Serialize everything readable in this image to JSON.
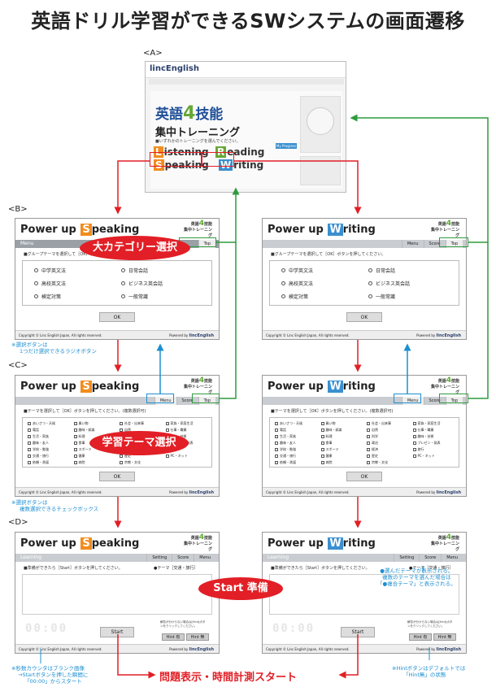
{
  "title": "英語ドリル学習ができるSWシステムの画面遷移",
  "sections": {
    "a": "<A>",
    "b": "<B>",
    "c": "<C>",
    "d": "<D>"
  },
  "screen_a": {
    "logo": "lincEnglish",
    "heading": "英語",
    "heading_num": "4",
    "heading_tail": "技能",
    "sub": "集中トレーニング",
    "prompt": "■いずれかのトレーニングを選んでください。",
    "skills": [
      {
        "initial": "L",
        "rest": "istening",
        "color": "#f28c1e"
      },
      {
        "initial": "R",
        "rest": "eading",
        "color": "#67a837"
      },
      {
        "initial": "S",
        "rest": "peaking",
        "color": "#f28c1e"
      },
      {
        "initial": "W",
        "rest": "riting",
        "color": "#3a8fd0"
      }
    ],
    "my_progress": "My Progress"
  },
  "panel": {
    "power_up": "Power up",
    "speaking_initial": "S",
    "speaking_rest": "peaking",
    "writing_initial": "W",
    "writing_rest": "riting",
    "logo_a": "英語",
    "logo_num": "4",
    "logo_b": "技能",
    "logo_sub": "集中トレーニング",
    "menu": "Menu",
    "learning": "Learning",
    "tab_menu": "Menu",
    "tab_score": "Score",
    "tab_top": "Top",
    "tab_setting": "Setting",
    "copyright": "Copyright © Linc English Japan, All rights reserved.",
    "powered": "Powered by",
    "powered_brand": "lincEnglish",
    "ok": "OK",
    "start": "Start"
  },
  "screen_b": {
    "instruction": "■グループテーマを選択して［OK］ボタンを押してください。",
    "options": [
      "中学英文法",
      "日常会話",
      "高校英文法",
      "ビジネス英会話",
      "検定対策",
      "一般常識"
    ]
  },
  "screen_c": {
    "instruction": "■テーマを選択して［OK］ボタンを押してください。(複数選択可)",
    "options": [
      "あいさつ・天候",
      "買い物",
      "社会・出来事",
      "家族・家庭生活",
      "電話",
      "趣味・娯楽",
      "自然",
      "仕事・職業",
      "生活・家族",
      "料理",
      "科学",
      "趣味・芸術",
      "趣味・友人",
      "食事",
      "政治",
      "プレゼン・発表",
      "学校・勉強",
      "スポーツ",
      "経済",
      "旅行",
      "交通・旅行",
      "健康",
      "歴史",
      "PC・ネット",
      "依頼・承諾",
      "病院",
      "宗教・文化",
      ""
    ]
  },
  "screen_d": {
    "instruction": "■準備ができたら［Start］ボタンを押してください。",
    "theme": "●テーマ［交通・旅行］",
    "hint_text": "解答が分からない場合は[Hint]ボタンをクリックしてください。",
    "hint_on": "Hint 有",
    "hint_off": "Hint 無",
    "timer": "00:00"
  },
  "labels": {
    "big_category": "大カテゴリー選択",
    "theme_select": "学習テーマ選択",
    "start_prep": "Start 準備",
    "flow_start": "問題表示・時間計測スタート"
  },
  "notes": {
    "radio": [
      "※選択ボタンは",
      "1つだけ選択できるラジオボタン"
    ],
    "check": [
      "※選択ボタンは",
      "複数選択できるチェックボックス"
    ],
    "theme": [
      "●選んだテーマが表示される。",
      "複数のテーマを選んだ場合は",
      "「●複合テーマ」と表示される。"
    ],
    "counter": [
      "※秒数カウンタはブランク画像",
      "→Startボタンを押した瞬間に",
      "「00:00」からスタート"
    ],
    "hint": [
      "※Hintボタンはデフォルトでは",
      "「Hint無」の状態"
    ]
  },
  "colors": {
    "red": "#e21f26",
    "green": "#2f9b3f",
    "blue": "#1d8fd0",
    "orange": "#f28c1e",
    "ltgreen": "#67a837"
  }
}
